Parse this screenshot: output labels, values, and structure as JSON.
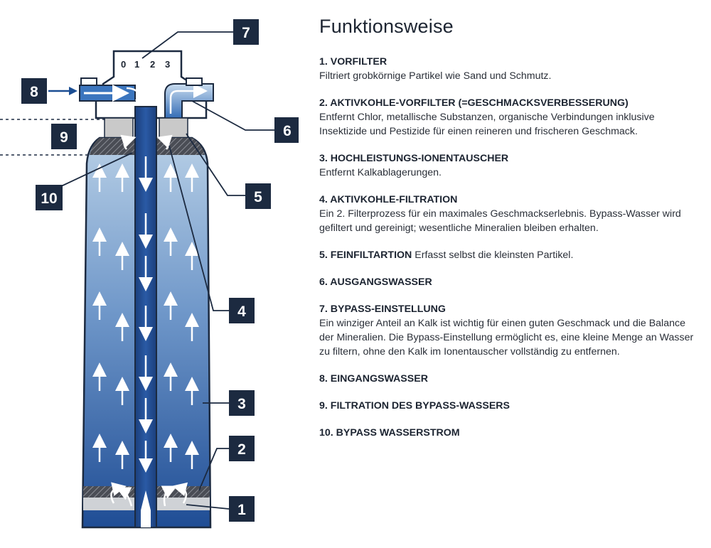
{
  "title": "Funktionsweise",
  "colors": {
    "navy": "#1c2a40",
    "blue_dark": "#1f4b90",
    "blue_light": "#b3cbe3",
    "arrow": "#1b4e93"
  },
  "diagram": {
    "dial_labels": [
      "0",
      "1",
      "2",
      "3"
    ],
    "callouts": [
      "7",
      "8",
      "9",
      "6",
      "10",
      "5",
      "4",
      "3",
      "2",
      "1"
    ]
  },
  "items": [
    {
      "head": "1. VORFILTER",
      "desc": "Filtriert grobkörnige Partikel wie Sand und Schmutz."
    },
    {
      "head": "2. AKTIVKOHLE-VORFILTER (=GESCHMACKSVERBESSERUNG)",
      "desc": "Entfernt Chlor, metallische Substanzen, organische Verbindungen inklusive Insektizide und Pestizide für einen reineren und frischeren Geschmack."
    },
    {
      "head": "3. HOCHLEISTUNGS-IONENTAUSCHER",
      "desc": "Entfernt Kalkablagerungen."
    },
    {
      "head": "4. AKTIVKOHLE-FILTRATION",
      "desc": "Ein 2. Filterprozess für ein maximales Geschmackserlebnis. Bypass-Wasser wird gefiltert und gereinigt; wesentliche Mineralien bleiben erhalten."
    },
    {
      "head": "5. FEINFILTARTION",
      "desc": "Erfasst selbst die kleinsten Partikel."
    },
    {
      "head": "6. AUSGANGSWASSER",
      "desc": ""
    },
    {
      "head": "7. BYPASS-EINSTELLUNG",
      "desc": "Ein winziger Anteil an Kalk ist wichtig für einen guten Geschmack und die Balance der Mineralien. Die Bypass-Einstellung ermöglicht es, eine kleine Menge an Wasser zu filtern, ohne den Kalk im Ionentauscher vollständig zu entfernen."
    },
    {
      "head": "8. EINGANGSWASSER",
      "desc": ""
    },
    {
      "head": "9. FILTRATION DES BYPASS-WASSERS",
      "desc": ""
    },
    {
      "head": "10. BYPASS WASSERSTROM",
      "desc": ""
    }
  ]
}
